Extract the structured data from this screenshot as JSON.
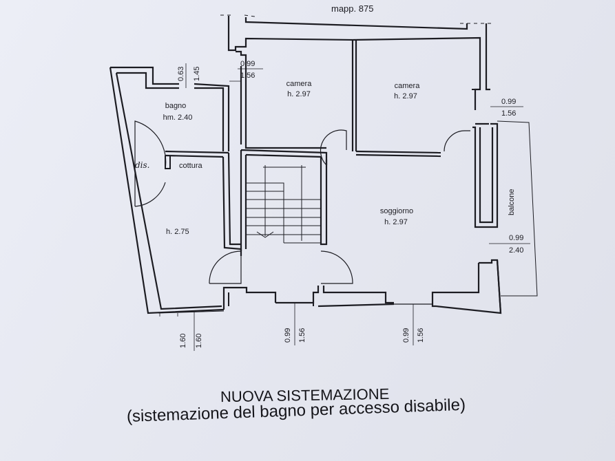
{
  "plan": {
    "neighbor_label": "mapp. 875",
    "rooms": [
      {
        "id": "bagno",
        "name": "bagno",
        "height": "hm. 2.40"
      },
      {
        "id": "dis",
        "name": "dis.",
        "height": ""
      },
      {
        "id": "cottura",
        "name": "cottura",
        "height": "h. 2.75"
      },
      {
        "id": "camera1",
        "name": "camera",
        "height": "h. 2.97"
      },
      {
        "id": "camera2",
        "name": "camera",
        "height": "h. 2.97"
      },
      {
        "id": "soggiorno",
        "name": "soggiorno",
        "height": "h. 2.97"
      },
      {
        "id": "balcone",
        "name": "balcone",
        "height": ""
      }
    ],
    "openings": {
      "bagno_window": {
        "a": "0.63",
        "b": "1.45"
      },
      "camera1_window": {
        "a": "0.99",
        "b": "1.56"
      },
      "camera2_window": {
        "a": "0.99",
        "b": "1.56"
      },
      "soggiorno_window": {
        "a": "0.99",
        "b": "2.40"
      },
      "cottura_window": {
        "a": "1.60",
        "b": "1.60"
      },
      "stair_window": {
        "a": "0.99",
        "b": "1.56"
      },
      "soggiorno_south_window": {
        "a": "0.99",
        "b": "1.56"
      }
    }
  },
  "caption": {
    "title": "NUOVA SISTEMAZIONE",
    "subtitle": "(sistemazione del bagno per accesso disabile)"
  },
  "colors": {
    "paper": "#e8eaf2",
    "ink": "#1c1c22"
  }
}
